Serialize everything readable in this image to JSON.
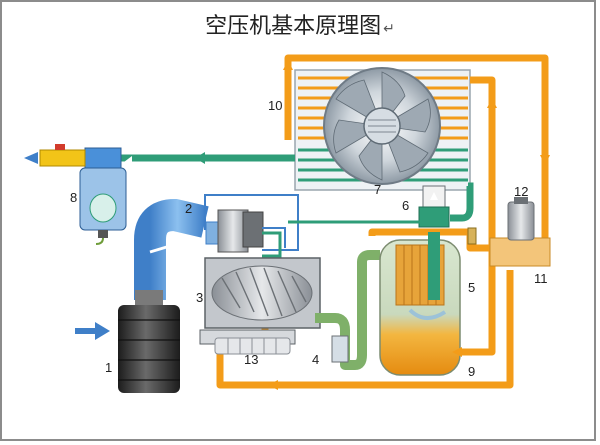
{
  "title": "空压机基本原理图",
  "return_mark": "↵",
  "components": {
    "c1": "1",
    "c2": "2",
    "c3": "3",
    "c4": "4",
    "c5": "5",
    "c6": "6",
    "c7": "7",
    "c8": "8",
    "c9": "9",
    "c10": "10",
    "c11": "11",
    "c12": "12",
    "c13": "13"
  },
  "colors": {
    "oil": "#f39c19",
    "air_inlet": "#4a90d9",
    "compressed_air": "#2f9d78",
    "oil_air_mix": "#7fb069",
    "separator_body": "#f1b33b",
    "frame": "#8c8c8c"
  }
}
